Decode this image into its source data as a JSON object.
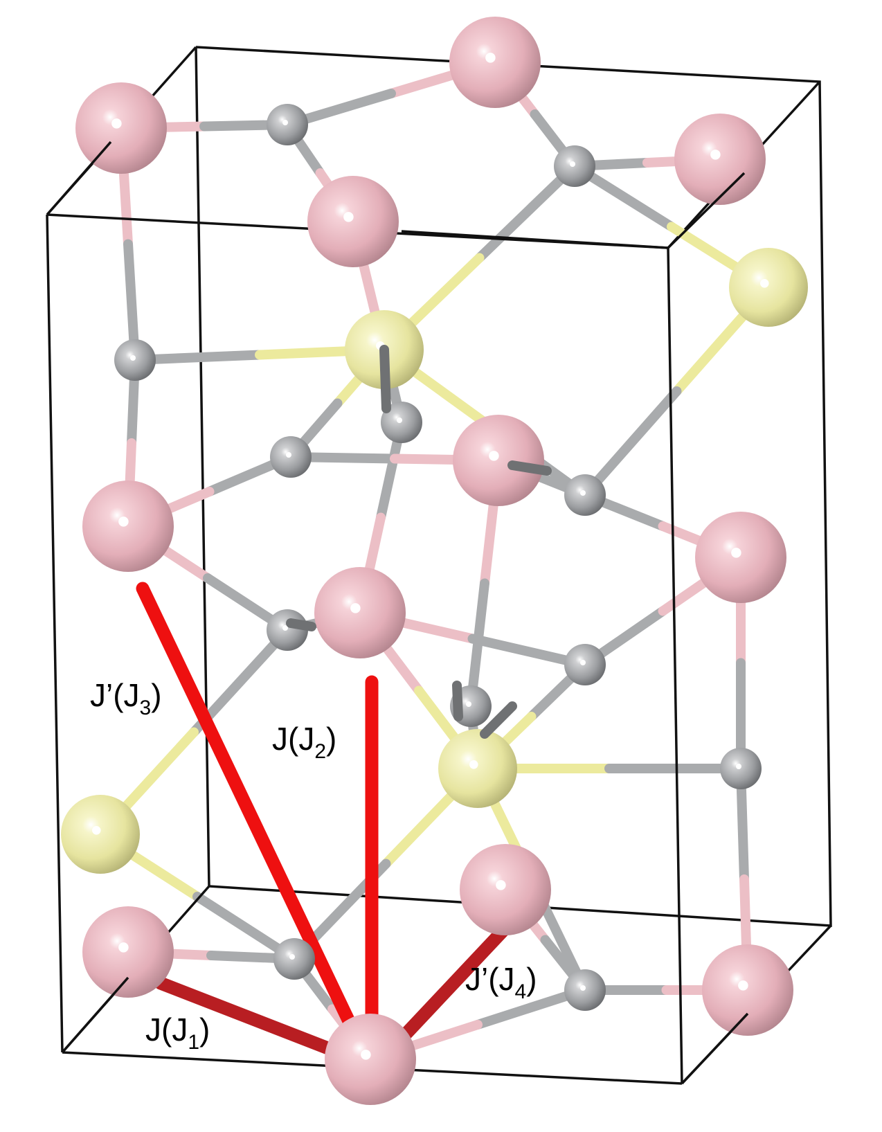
{
  "colors": {
    "background": "#ffffff",
    "cell_edge": "#111111",
    "atom_pink": "#e8b4bd",
    "atom_gray": "#9ea0a3",
    "atom_yellow": "#ebe9a8",
    "bond_pink": "#ecbfc6",
    "bond_gray": "#a9abad",
    "bond_yellow": "#ecea9d",
    "exchange_bright": "#ee1010",
    "exchange_dark": "#b81e22"
  },
  "exchange_labels": [
    {
      "id": "J1",
      "main": "J(J",
      "sub": "1",
      "close": ")"
    },
    {
      "id": "J2",
      "main": "J(J",
      "sub": "2",
      "close": ")"
    },
    {
      "id": "J3",
      "main": "J’(J",
      "sub": "3",
      "close": ")"
    },
    {
      "id": "J4",
      "main": "J’(J",
      "sub": "4",
      "close": ")"
    }
  ]
}
